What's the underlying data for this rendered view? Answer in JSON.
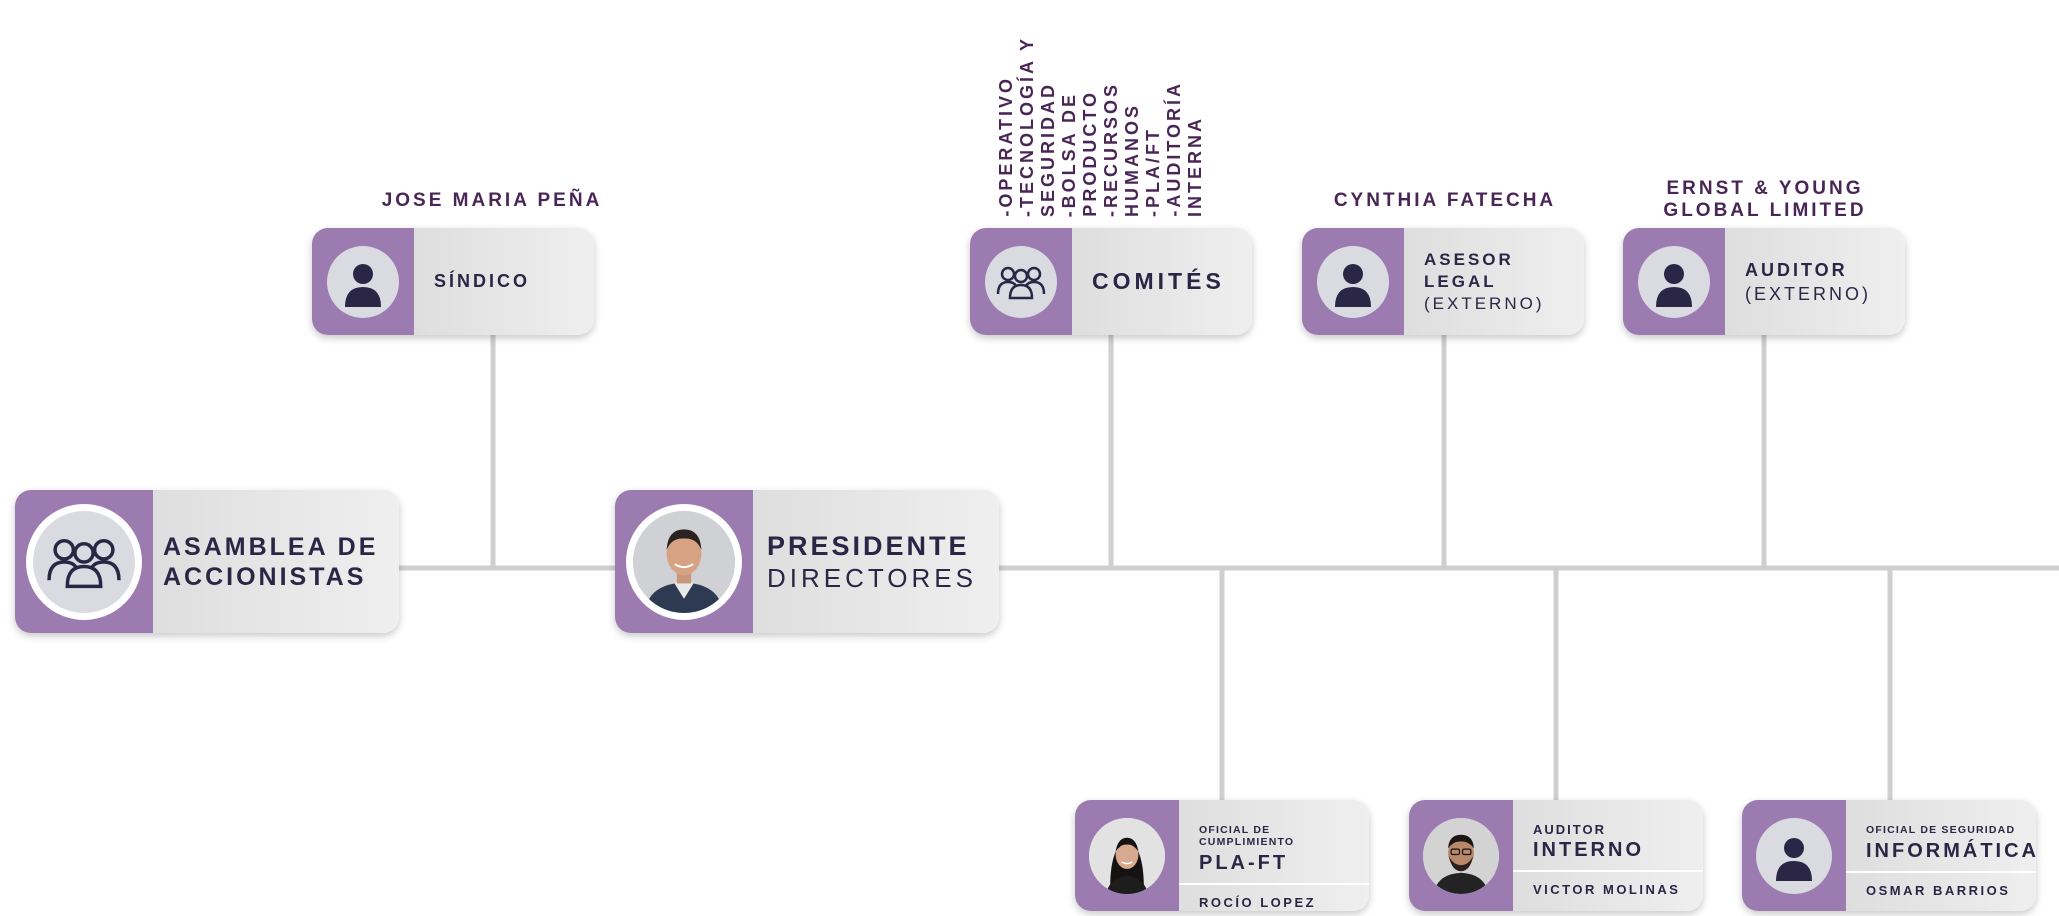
{
  "top": {
    "sindico": {
      "name": "JOSE MARIA PEÑA",
      "role": "SÍNDICO"
    },
    "comites": {
      "role": "COMITÉS",
      "items": [
        "-OPERATIVO",
        "-TECNOLOGÍA Y",
        "SEGURIDAD",
        "-BOLSA DE",
        "PRODUCTO",
        "-RECURSOS",
        "HUMANOS",
        "-PLA/FT",
        "-AUDITORÍA",
        "INTERNA"
      ]
    },
    "asesor": {
      "name": "CYNTHIA FATECHA",
      "role_line1": "ASESOR",
      "role_line2": "LEGAL",
      "role_line3": "(EXTERNO)"
    },
    "auditor_ext": {
      "name_line1": "ERNST & YOUNG",
      "name_line2": "GLOBAL LIMITED",
      "role_line1": "AUDITOR",
      "role_line2": "(EXTERNO)"
    }
  },
  "middle": {
    "asamblea": {
      "line1": "ASAMBLEA DE",
      "line2": "ACCIONISTAS"
    },
    "presidente": {
      "line1": "PRESIDENTE",
      "line2": "DIRECTORES"
    }
  },
  "bottom": {
    "pla": {
      "subtitle": "OFICIAL DE CUMPLIMIENTO",
      "title": "PLA-FT",
      "name": "ROCÍO LOPEZ"
    },
    "interno": {
      "subtitle": "AUDITOR",
      "title": "INTERNO",
      "name": "VICTOR MOLINAS"
    },
    "informatica": {
      "subtitle": "OFICIAL DE SEGURIDAD",
      "title": "INFORMÁTICA",
      "name": "OSMAR BARRIOS"
    }
  },
  "colors": {
    "accent": "#9b7bb0",
    "text": "#2b2646",
    "label": "#4a2656",
    "line": "#cfcfcf"
  }
}
